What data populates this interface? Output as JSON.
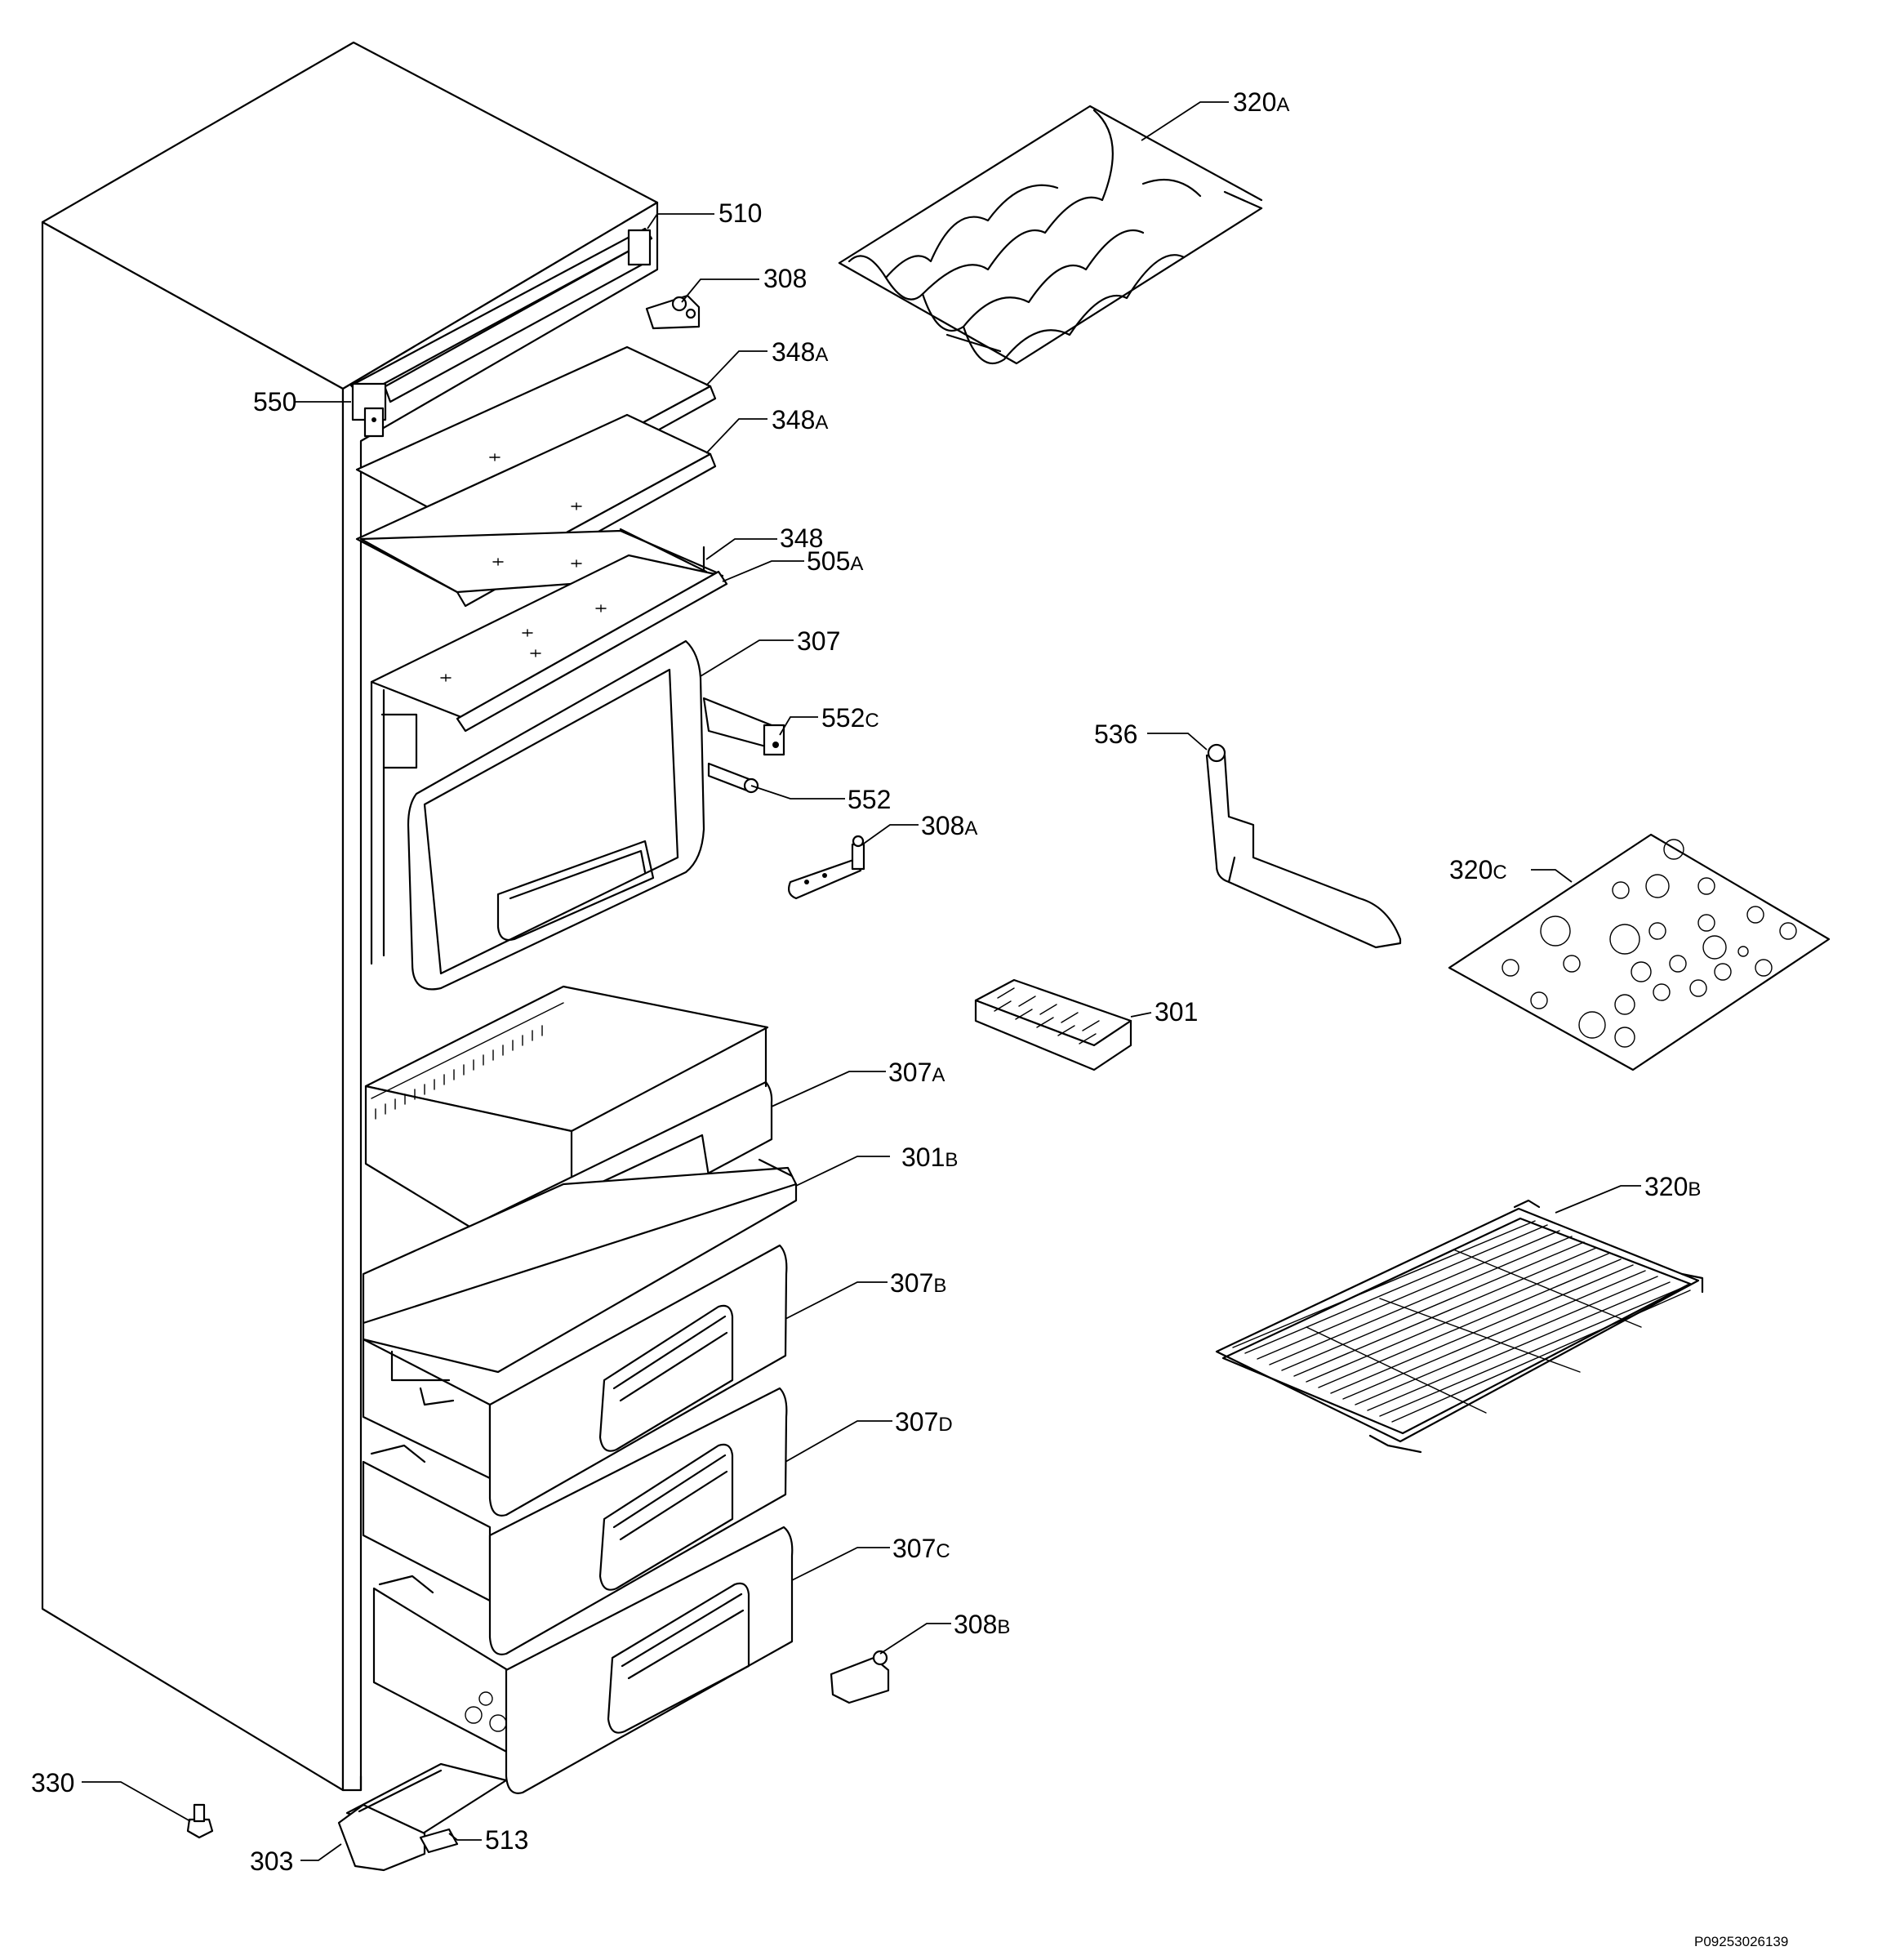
{
  "doc_id": "P09253026139",
  "callouts": {
    "c320a": {
      "num": "320",
      "suffix": "A"
    },
    "c510": {
      "num": "510",
      "suffix": ""
    },
    "c308": {
      "num": "308",
      "suffix": ""
    },
    "c348a1": {
      "num": "348",
      "suffix": "A"
    },
    "c348a2": {
      "num": "348",
      "suffix": "A"
    },
    "c550": {
      "num": "550",
      "suffix": ""
    },
    "c348": {
      "num": "348",
      "suffix": ""
    },
    "c505a": {
      "num": "505",
      "suffix": "A"
    },
    "c307": {
      "num": "307",
      "suffix": ""
    },
    "c552c": {
      "num": "552",
      "suffix": "C"
    },
    "c552": {
      "num": "552",
      "suffix": ""
    },
    "c308a": {
      "num": "308",
      "suffix": "A"
    },
    "c536": {
      "num": "536",
      "suffix": ""
    },
    "c320c": {
      "num": "320",
      "suffix": "C"
    },
    "c301": {
      "num": "301",
      "suffix": ""
    },
    "c307a": {
      "num": "307",
      "suffix": "A"
    },
    "c301b": {
      "num": "301",
      "suffix": "B"
    },
    "c320b": {
      "num": "320",
      "suffix": "B"
    },
    "c307b": {
      "num": "307",
      "suffix": "B"
    },
    "c307d": {
      "num": "307",
      "suffix": "D"
    },
    "c307c": {
      "num": "307",
      "suffix": "C"
    },
    "c308b": {
      "num": "308",
      "suffix": "B"
    },
    "c330": {
      "num": "330",
      "suffix": ""
    },
    "c513": {
      "num": "513",
      "suffix": ""
    },
    "c303": {
      "num": "303",
      "suffix": ""
    }
  }
}
